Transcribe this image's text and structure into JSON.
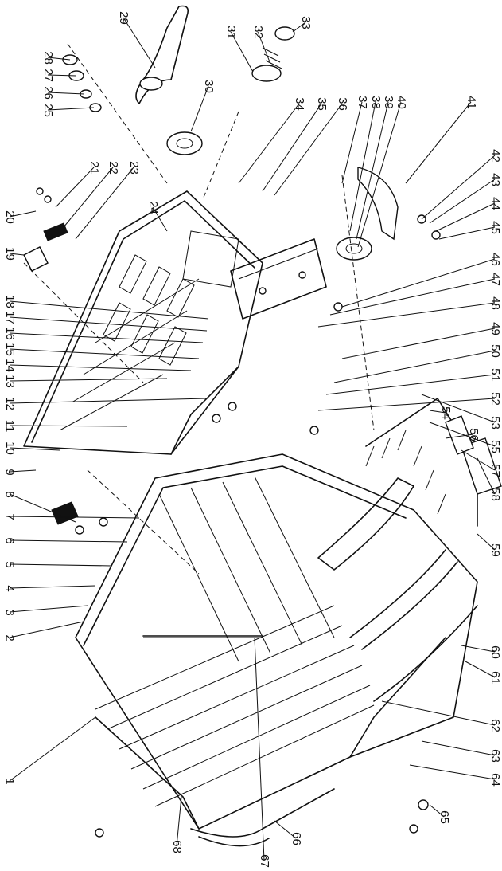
{
  "diagram": {
    "colors": {
      "ink": "#111111",
      "paper": "#ffffff"
    },
    "part_numbers": [
      "1",
      "2",
      "3",
      "4",
      "5",
      "6",
      "7",
      "8",
      "9",
      "10",
      "11",
      "12",
      "13",
      "14",
      "15",
      "16",
      "17",
      "18",
      "19",
      "20",
      "21",
      "22",
      "23",
      "24",
      "25",
      "26",
      "27",
      "28",
      "29",
      "30",
      "31",
      "32",
      "33",
      "34",
      "35",
      "36",
      "37",
      "38",
      "39",
      "40",
      "41",
      "42",
      "43",
      "44",
      "45",
      "46",
      "47",
      "48",
      "49",
      "50",
      "51",
      "52",
      "53",
      "54",
      "55",
      "56",
      "57",
      "58",
      "59",
      "60",
      "61",
      "62",
      "63",
      "64",
      "65",
      "66",
      "67",
      "68"
    ]
  }
}
